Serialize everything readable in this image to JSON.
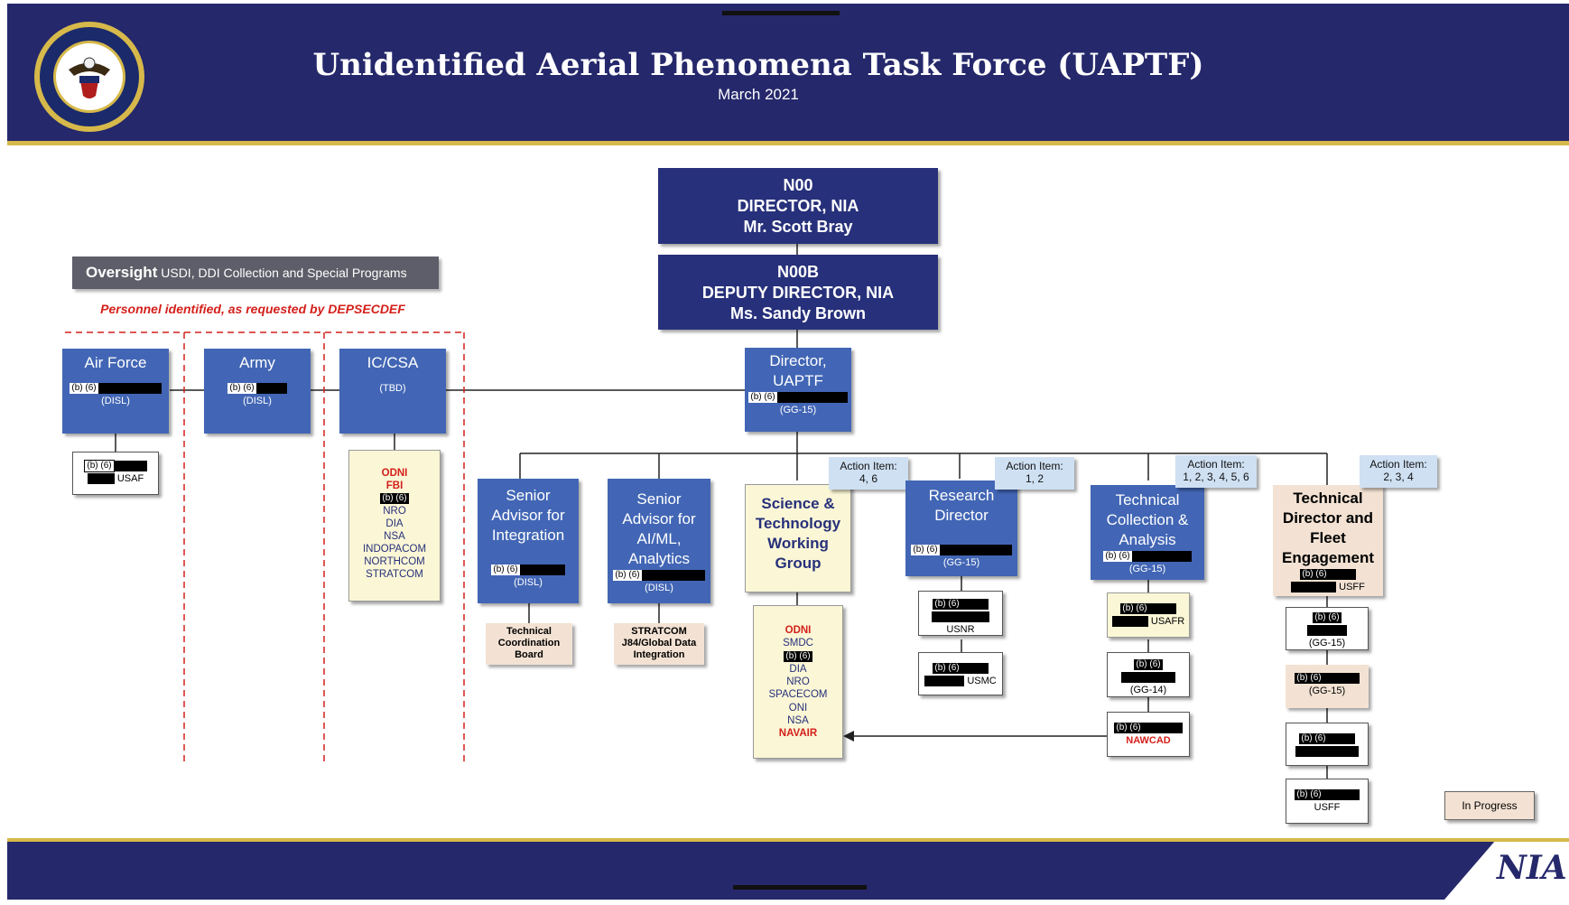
{
  "header": {
    "title": "Unidentified Aerial Phenomena Task Force (UAPTF)",
    "date": "March 2021"
  },
  "seal": {
    "icon": "navy-seal-icon"
  },
  "footer": {
    "logo_text": "NIA"
  },
  "colors": {
    "navy": "#25286b",
    "gold": "#d6b94a",
    "blue_box": "#4266b5",
    "cream_box": "#fbf7d6",
    "red_text": "#d4201b"
  },
  "director": {
    "code": "N00",
    "title": "DIRECTOR, NIA",
    "name": "Mr. Scott Bray"
  },
  "deputy": {
    "code": "N00B",
    "title": "DEPUTY DIRECTOR, NIA",
    "name": "Ms. Sandy Brown"
  },
  "oversight": {
    "label": "Oversight",
    "detail": "USDI, DDI Collection and Special Programs"
  },
  "personnel_note": "Personnel identified, as requested by DEPSECDEF",
  "redaction": "(b) (6)",
  "uaptf_director": {
    "title_line1": "Director,",
    "title_line2": "UAPTF",
    "grade": "(GG-15)"
  },
  "air_force": {
    "title": "Air Force",
    "grade": "(DISL)",
    "sub_service": "USAF"
  },
  "army": {
    "title": "Army",
    "grade": "(DISL)"
  },
  "ic_csa": {
    "title": "IC/CSA",
    "grade": "(TBD)",
    "members": [
      "ODNI",
      "FBI",
      "NRO",
      "DIA",
      "NSA",
      "INDOPACOM",
      "NORTHCOM",
      "STRATCOM"
    ]
  },
  "senior_integration": {
    "title_lines": [
      "Senior",
      "Advisor for",
      "Integration"
    ],
    "grade": "(DISL)",
    "sub_lines": [
      "Technical",
      "Coordination",
      "Board"
    ]
  },
  "senior_ai": {
    "title_lines": [
      "Senior",
      "Advisor for",
      "AI/ML,",
      "Analytics"
    ],
    "grade": "(DISL)",
    "sub_lines": [
      "STRATCOM",
      "J84/Global Data",
      "Integration"
    ]
  },
  "stwg": {
    "title_lines": [
      "Science &",
      "Technology",
      "Working",
      "Group"
    ],
    "members": [
      "ODNI",
      "SMDC",
      "DIA",
      "NRO",
      "SPACECOM",
      "ONI",
      "NSA",
      "NAVAIR"
    ]
  },
  "research": {
    "title_lines": [
      "Research",
      "Director"
    ],
    "grade": "(GG-15)",
    "action_label": "Action Item:",
    "action_items": "1, 2",
    "sub": [
      "USNR",
      "USMC"
    ]
  },
  "tech_collection": {
    "title_lines": [
      "Technical",
      "Collection &",
      "Analysis"
    ],
    "grade": "(GG-15)",
    "action_label": "Action Item:",
    "action_items": "1, 2, 3, 4, 5, 6",
    "sub": [
      "USAFR",
      "(GG-14)",
      "NAWCAD"
    ]
  },
  "tech_director": {
    "title_lines": [
      "Technical",
      "Director and",
      "Fleet",
      "Engagement"
    ],
    "service": "USFF",
    "action_label": "Action Item:",
    "action_items": "2, 3, 4",
    "sub": [
      "(GG-15)",
      "(GG-15)",
      "",
      "USFF"
    ]
  },
  "stwg_action": {
    "label": "Action Item:",
    "items": "4, 6"
  },
  "legend": {
    "in_progress": "In Progress"
  }
}
